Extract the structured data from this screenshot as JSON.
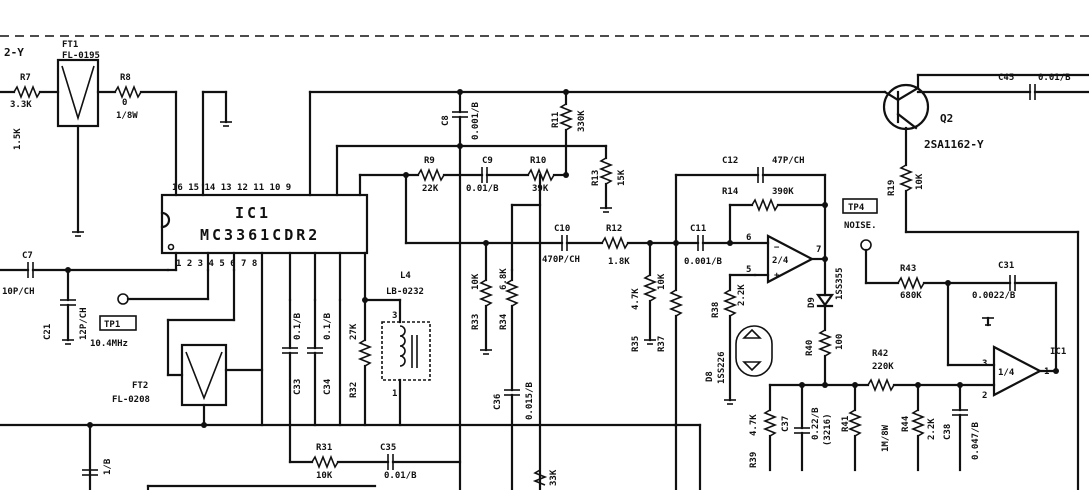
{
  "labels": {
    "q_left_part": "2-Y",
    "fl1_ref": "FT1",
    "fl1_part": "FL-0195",
    "r7": "R7",
    "r7_val": "3.3K",
    "r8": "R8",
    "r8_val": "0",
    "r8_pkg": "1/8W",
    "r_left_v1": "1.5K",
    "c7": "C7",
    "c7_val": "10P/CH",
    "c21": "C21",
    "c21_val": "12P/CH",
    "tp1": "TP1",
    "tp1_freq": "10.4MHz",
    "ft2_ref": "FT2",
    "ft2_part": "FL-0208",
    "ic1_ref": "IC1",
    "ic1_part": "MC3361CDR2",
    "pins_top": "16 15 14 13 12 11 10 9",
    "pins_bottom": "1  2  3  4  5  6  7  8",
    "c8": "C8",
    "c8_val": "0.001/B",
    "r11": "R11",
    "r11_val": "330K",
    "r9": "R9",
    "r9_val": "22K",
    "c9": "C9",
    "c9_val": "0.01/B",
    "r10": "R10",
    "r10_val": "39K",
    "r13": "R13",
    "r13_val": "15K",
    "c10": "C10",
    "c10_val": "470P/CH",
    "r12": "R12",
    "r12_val": "1.8K",
    "c11": "C11",
    "c11_val": "0.001/B",
    "c12": "C12",
    "c12_val": "47P/CH",
    "r14": "R14",
    "r14_val": "390K",
    "ic2_amp": "2/4",
    "pin5": "5",
    "pin6": "6",
    "pin7": "7",
    "tp4": "TP4",
    "tp4_net": "NOISE.",
    "r19": "R19",
    "r19_val": "10K",
    "c45": "C45",
    "c45_val": "0.01/B",
    "q2_ref": "Q2",
    "q2_part": "2SA1162-Y",
    "l4_ref": "L4",
    "l4_part": "LB-0232",
    "c33": "C33",
    "c33_val": "0.1/B",
    "c34": "C34",
    "c34_val": "0.1/B",
    "r32": "R32",
    "r32_val": "27K",
    "r33": "R33",
    "r33_val": "10K",
    "r34": "R34",
    "r34_val": "6.8K",
    "c36": "C36",
    "c36_val": "0.015/B",
    "r35": "R35",
    "r35_val": "4.7K",
    "r37": "R37",
    "r37_val": "10K",
    "r38": "R38",
    "r38_val": "2.2K",
    "d8": "D8",
    "d8_part": "1SS226",
    "d9": "D9",
    "d9_part": "1SS355",
    "r40": "R40",
    "r40_val": "100",
    "r43": "R43",
    "r43_val": "680K",
    "c31": "C31",
    "c31_val": "0.0022/B",
    "r42": "R42",
    "r42_val": "220K",
    "ic_u1": "1/4",
    "ic_u1_ref": "IC1",
    "pin3": "3",
    "pin2": "2",
    "pin1": "1",
    "r39": "R39",
    "r39_val": "4.7K",
    "c37": "C37",
    "c37_val": "0.22/B",
    "c37_pkg": "(3216)",
    "r41": "R41",
    "r41_val": "1M/8W",
    "r44": "R44",
    "r44_val": "2.2K",
    "c38": "C38",
    "c38_val": "0.047/B",
    "r31": "R31",
    "r31_val": "10K",
    "c35": "C35",
    "c35_val": "0.01/B",
    "c_bot_left": "1/B",
    "r_bot_mid": "33K"
  }
}
